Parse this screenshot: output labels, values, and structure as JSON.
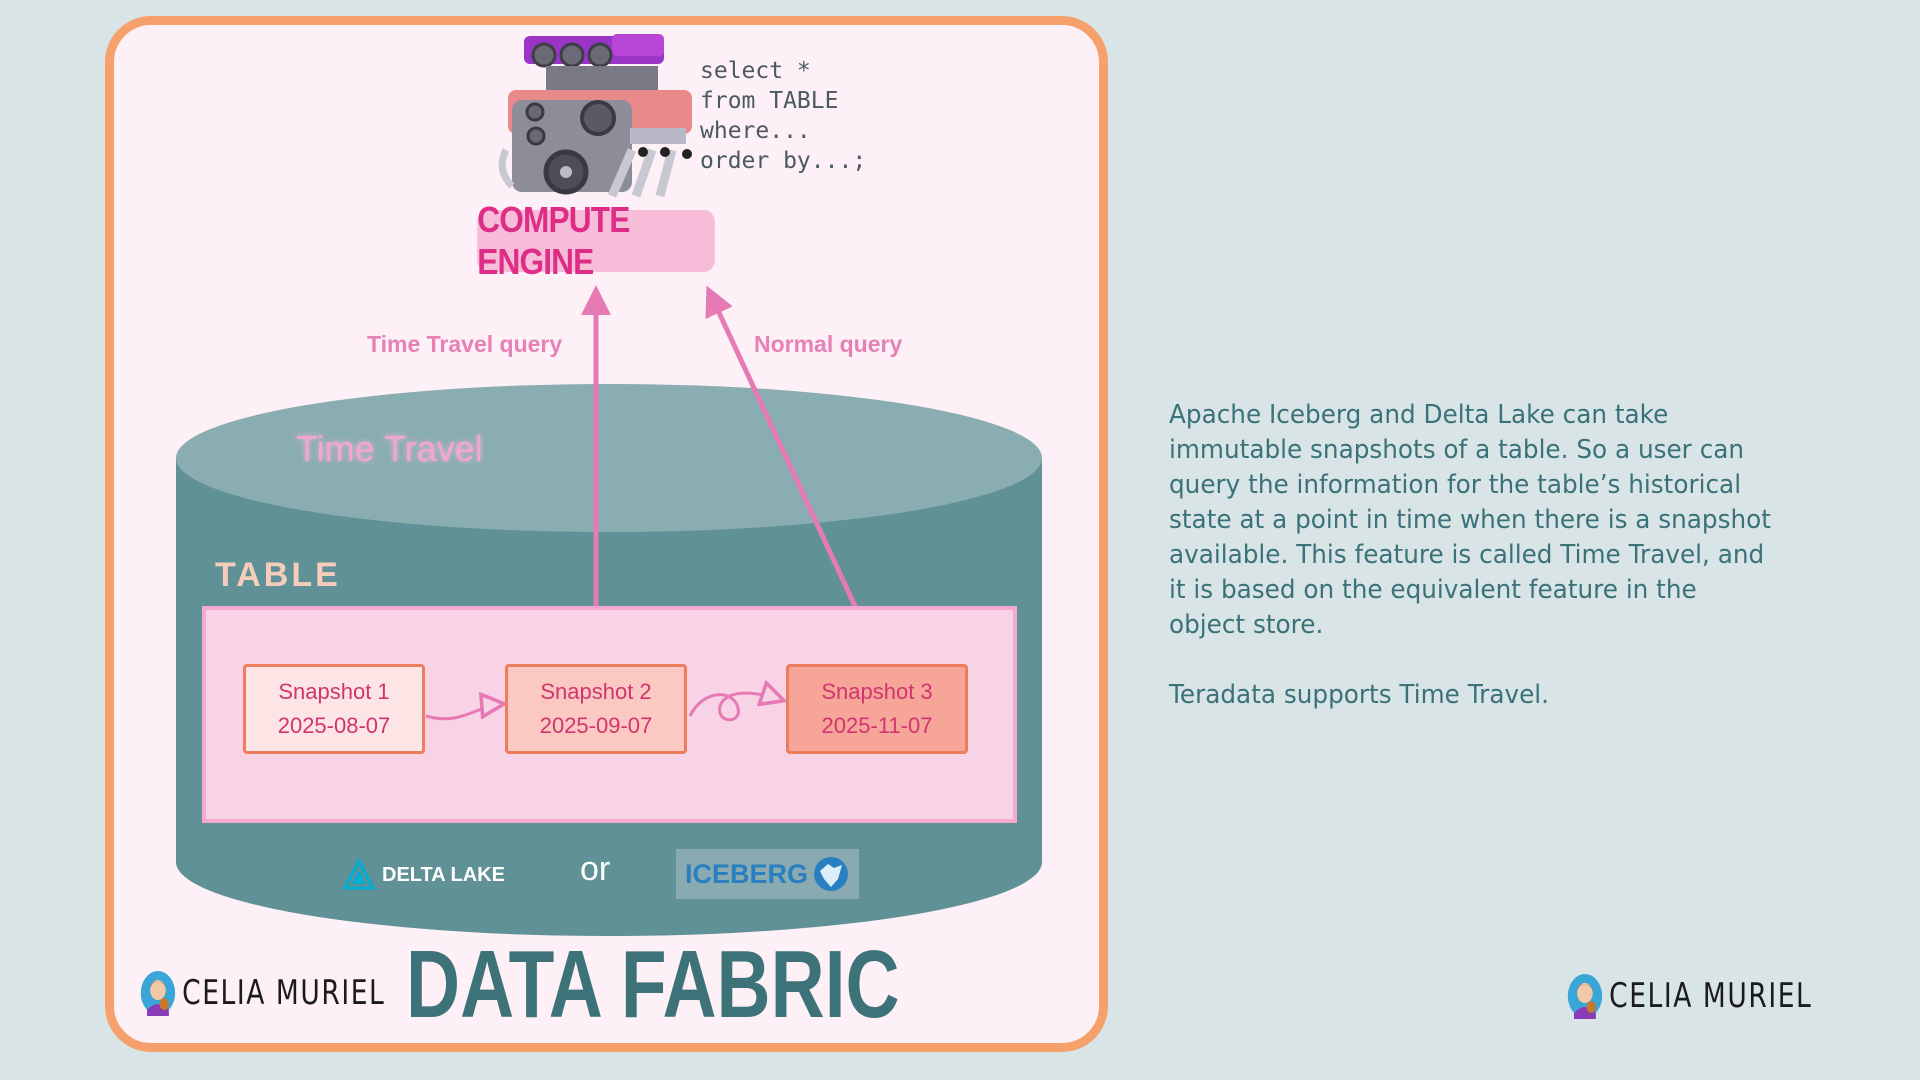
{
  "engine": {
    "sql_lines": [
      "select *",
      "from TABLE",
      "where...",
      "order by...;"
    ],
    "label": "COMPUTE ENGINE"
  },
  "queries": {
    "time_travel": "Time Travel query",
    "normal": "Normal query"
  },
  "storage": {
    "time_travel_label": "Time Travel",
    "table_label": "TABLE",
    "snapshots": [
      {
        "name": "Snapshot 1",
        "date": "2025-08-07"
      },
      {
        "name": "Snapshot 2",
        "date": "2025-09-07"
      },
      {
        "name": "Snapshot 3",
        "date": "2025-11-07"
      }
    ],
    "formats": {
      "delta": "DELTA LAKE",
      "or": "or",
      "iceberg": "ICEBERG"
    }
  },
  "footer": {
    "author": "CELIA MURIEL",
    "title": "DATA FABRIC"
  },
  "explanation": {
    "paragraph1": "Apache Iceberg and Delta Lake can take immutable snapshots of a table. So a user can query the information for the table’s historical state at a point in time when there is a snapshot available. This feature is called Time Travel, and it is based on the equivalent feature in the object store.",
    "paragraph2": "Teradata supports Time Travel."
  },
  "colors": {
    "background": "#d8e4e6",
    "card_border": "#f6a06b",
    "accent_pink": "#de2d87",
    "arrow_pink": "#e67ab5",
    "cylinder": "#5f9196",
    "text_teal": "#3b7279"
  },
  "icons": [
    "engine-icon",
    "delta-lake-logo",
    "iceberg-logo",
    "author-avatar"
  ]
}
